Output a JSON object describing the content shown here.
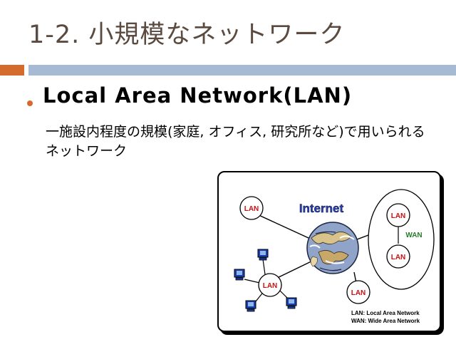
{
  "slide": {
    "title": "1-2. 小規模なネットワーク",
    "bullet": "Local Area Network(LAN)",
    "description": "一施設内程度の規模(家庭, オフィス, 研究所など)で用いられるネットワーク"
  },
  "figure": {
    "internet_label": "Internet",
    "lan_label": "LAN",
    "wan_label": "WAN",
    "legend_lan": "LAN: Local Area Network",
    "legend_wan": "WAN: Wide Area Network",
    "colors": {
      "lan_text": "#cc1111",
      "wan_text": "#2a7a2a",
      "internet_text": "#2a3fa8",
      "accent_orange": "#d46a2c",
      "accent_blue": "#a6bbd3"
    }
  }
}
